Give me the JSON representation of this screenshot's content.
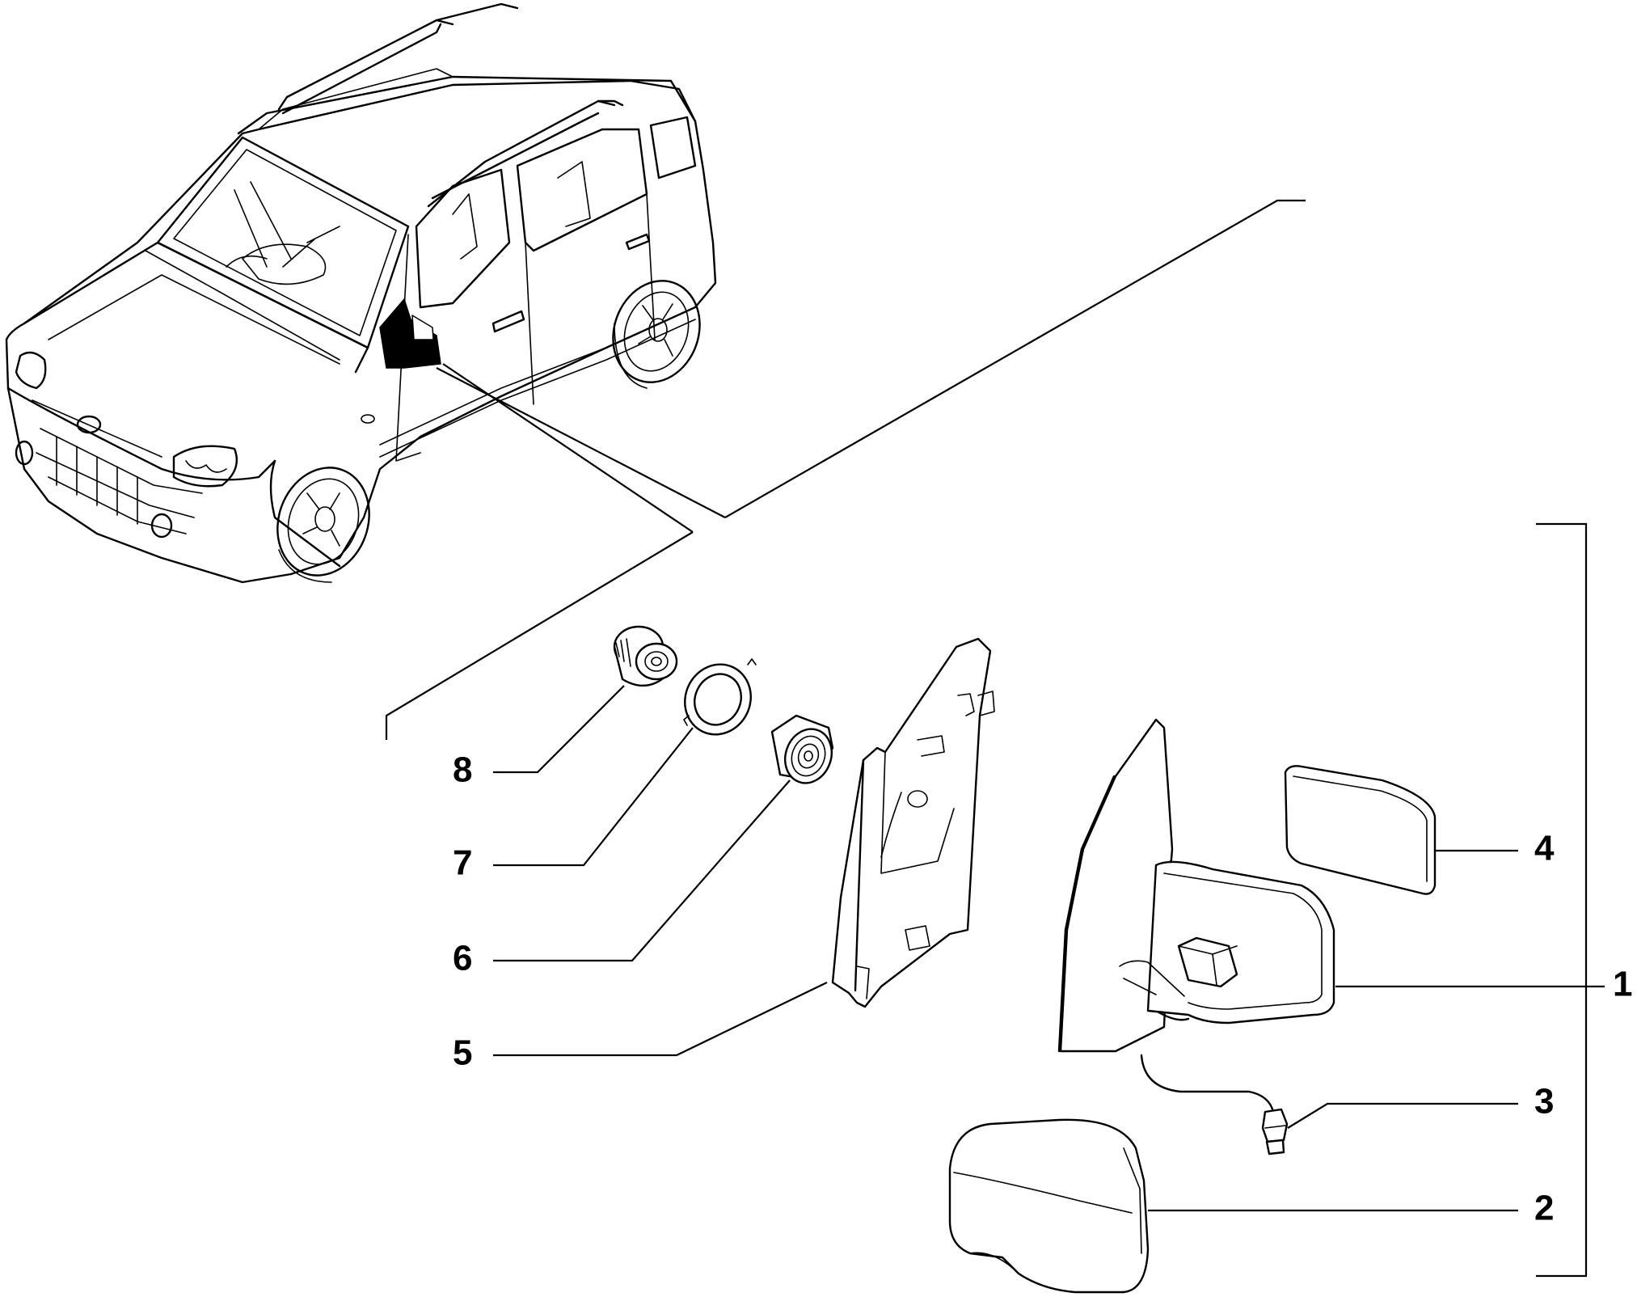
{
  "labels": {
    "p1": "1",
    "p2": "2",
    "p3": "3",
    "p4": "4",
    "p5": "5",
    "p6": "6",
    "p7": "7",
    "p8": "8"
  },
  "parts": [
    {
      "id": "1",
      "name": "mirror-assembly"
    },
    {
      "id": "2",
      "name": "mirror-cover-cap"
    },
    {
      "id": "3",
      "name": "turn-signal-bulb-socket"
    },
    {
      "id": "4",
      "name": "mirror-glass"
    },
    {
      "id": "5",
      "name": "mirror-mounting-bracket"
    },
    {
      "id": "6",
      "name": "adjustment-knob"
    },
    {
      "id": "7",
      "name": "retaining-ring"
    },
    {
      "id": "8",
      "name": "knob-bushing"
    }
  ],
  "colors": {
    "line": "#000000",
    "background": "#ffffff"
  }
}
